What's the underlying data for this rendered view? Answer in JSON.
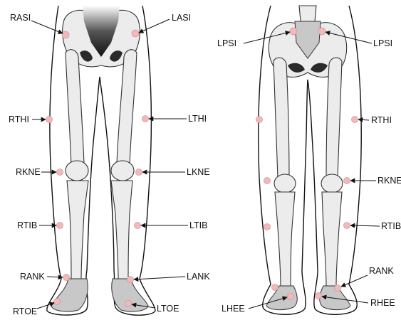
{
  "diagram": {
    "front_view": {
      "labels": {
        "rasi": "RASI",
        "lasi": "LASI",
        "rthi": "RTHI",
        "lthi": "LTHI",
        "rkne": "RKNE",
        "lkne": "LKNE",
        "rtib": "RTIB",
        "ltib": "LTIB",
        "rank": "RANK",
        "lank": "LANK",
        "rtoe": "RTOE",
        "ltoe": "LTOE"
      }
    },
    "back_view": {
      "labels": {
        "lpsi": "LPSI",
        "rpsi": "LPSI",
        "rthi": "RTHI",
        "rkne": "RKNE",
        "rtib": "RTIB",
        "rank": "RANK",
        "lhee": "LHEE",
        "rhee": "RHEE"
      }
    },
    "colors": {
      "marker": "#f2b9b9",
      "bone": "#ececec",
      "outline": "#111111"
    }
  }
}
